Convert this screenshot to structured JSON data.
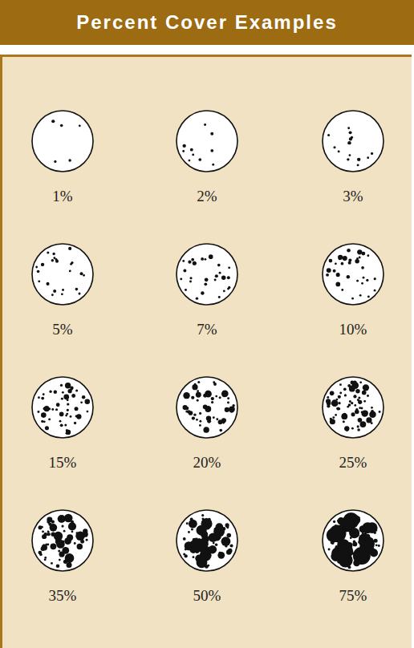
{
  "diagram": {
    "title": "Percent Cover Examples",
    "labels": [
      "1%",
      "2%",
      "3%",
      "5%",
      "7%",
      "10%",
      "15%",
      "20%",
      "25%",
      "35%",
      "50%",
      "75%"
    ]
  }
}
